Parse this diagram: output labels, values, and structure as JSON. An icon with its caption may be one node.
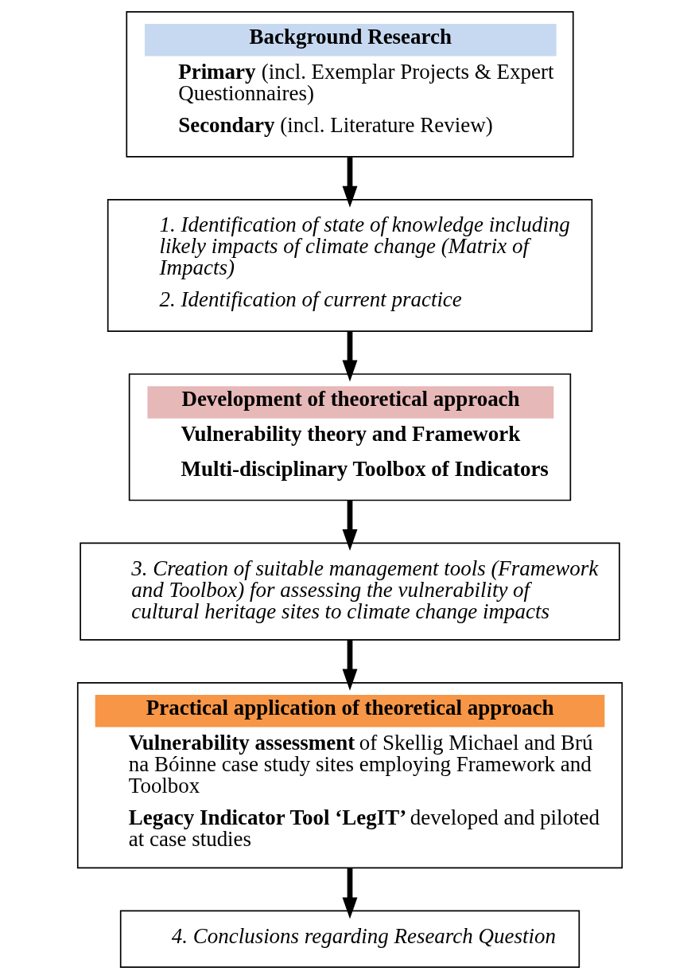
{
  "diagram": {
    "nodes": [
      {
        "text": [
          "Background Research",
          "**Primary** (incl. Exemplar Projects & Expert Questionnaires)",
          "**Secondary** (incl. Literature Review)"
        ]
      },
      {
        "text": [
          "1. Identification of state of knowledge including likely impacts of climate change (Matrix of Impacts)",
          "2. Identification of current practice"
        ]
      },
      {
        "text": [
          "Development of theoretical approach",
          "Vulnerability theory and Framework",
          "Multi-disciplinary Toolbox of Indicators"
        ]
      },
      {
        "text": [
          "3. Creation of suitable management tools (Framework and Toolbox) for assessing the vulnerability of cultural heritage sites to climate change impacts"
        ]
      },
      {
        "text": [
          "Practical application of theoretical approach",
          "**Vulnerability assessment** of Skellig Michael and Brú na Bóinne case study sites employing Framework and Toolbox",
          "**Legacy Indicator Tool ‘LegIT’** developed and piloted at case studies"
        ]
      },
      {
        "text": [
          "4. Conclusions regarding Research Question"
        ]
      }
    ],
    "edges": [
      {
        "from": 0,
        "to": 1,
        "arrow": "to"
      },
      {
        "from": 1,
        "to": 2,
        "arrow": "to"
      },
      {
        "from": 2,
        "to": 3,
        "arrow": "to"
      },
      {
        "from": 3,
        "to": 4,
        "arrow": "to"
      },
      {
        "from": 4,
        "to": 5,
        "arrow": "to"
      }
    ]
  }
}
